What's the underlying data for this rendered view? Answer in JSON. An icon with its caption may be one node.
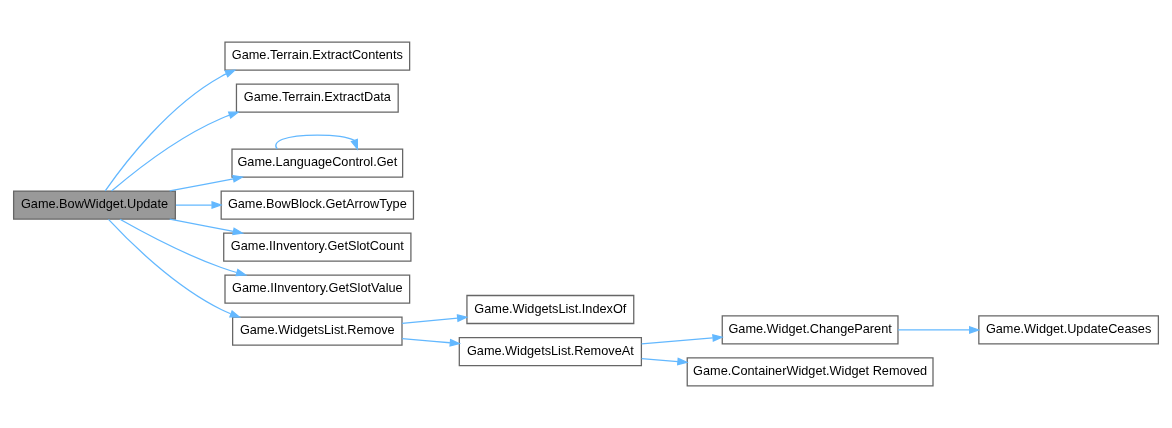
{
  "diagram": {
    "nodes": [
      {
        "text": [
          "Game.BowWidget.Update"
        ]
      },
      {
        "text": [
          "Game.Terrain.ExtractContents"
        ]
      },
      {
        "text": [
          "Game.Terrain.ExtractData"
        ]
      },
      {
        "text": [
          "Game.LanguageControl.Get"
        ]
      },
      {
        "text": [
          "Game.BowBlock.GetArrowType"
        ]
      },
      {
        "text": [
          "Game.IInventory.GetSlotCount"
        ]
      },
      {
        "text": [
          "Game.IInventory.GetSlotValue"
        ]
      },
      {
        "text": [
          "Game.WidgetsList.Remove"
        ]
      },
      {
        "text": [
          "Game.WidgetsList.IndexOf"
        ]
      },
      {
        "text": [
          "Game.WidgetsList.RemoveAt"
        ]
      },
      {
        "text": [
          "Game.Widget.ChangeParent"
        ]
      },
      {
        "text": [
          "Game.Widget.UpdateCeases"
        ]
      },
      {
        "text": [
          "Game.ContainerWidget.Widget Removed"
        ]
      }
    ],
    "edges": [
      {
        "from": 0,
        "to": 1,
        "arrow": "to"
      },
      {
        "from": 0,
        "to": 2,
        "arrow": "to"
      },
      {
        "from": 0,
        "to": 3,
        "arrow": "to"
      },
      {
        "from": 3,
        "to": 3,
        "arrow": "to"
      },
      {
        "from": 0,
        "to": 4,
        "arrow": "to"
      },
      {
        "from": 0,
        "to": 5,
        "arrow": "to"
      },
      {
        "from": 0,
        "to": 6,
        "arrow": "to"
      },
      {
        "from": 0,
        "to": 7,
        "arrow": "to"
      },
      {
        "from": 7,
        "to": 8,
        "arrow": "to"
      },
      {
        "from": 7,
        "to": 9,
        "arrow": "to"
      },
      {
        "from": 9,
        "to": 10,
        "arrow": "to"
      },
      {
        "from": 9,
        "to": 12,
        "arrow": "to"
      },
      {
        "from": 10,
        "to": 11,
        "arrow": "to"
      }
    ]
  }
}
